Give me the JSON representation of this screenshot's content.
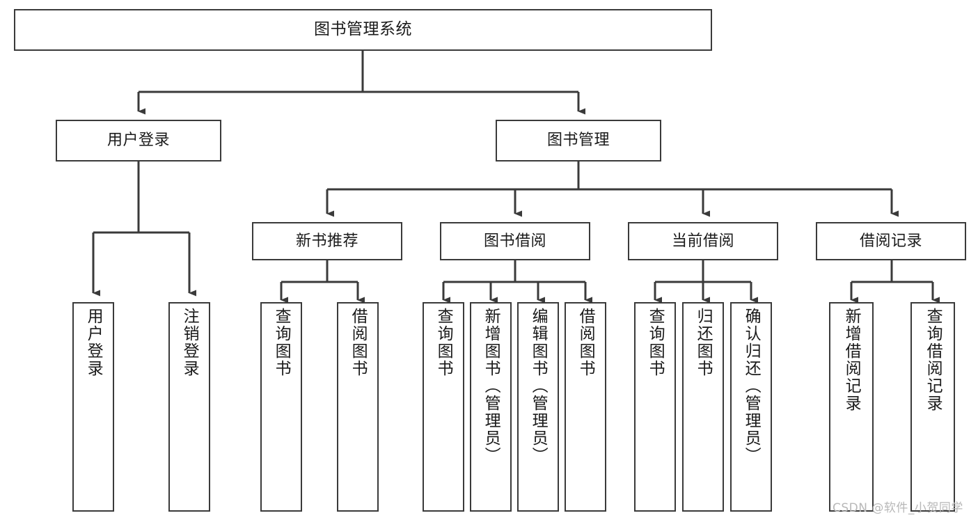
{
  "diagram": {
    "title": "图书管理系统",
    "type": "tree",
    "watermark": "CSDN @软件_小贺同学",
    "colors": {
      "stroke": "#3a3a3a",
      "fill": "#ffffff",
      "text": "#1a1a1a",
      "watermark": "#b8b8b8"
    },
    "nodes": {
      "root": {
        "label": "图书管理系统",
        "level": 0,
        "orientation": "horizontal"
      },
      "user_login": {
        "label": "用户登录",
        "level": 1,
        "orientation": "horizontal"
      },
      "book_manage": {
        "label": "图书管理",
        "level": 1,
        "orientation": "horizontal"
      },
      "new_book_rec": {
        "label": "新书推荐",
        "level": 2,
        "orientation": "horizontal"
      },
      "book_borrow": {
        "label": "图书借阅",
        "level": 2,
        "orientation": "horizontal"
      },
      "current_borrow": {
        "label": "当前借阅",
        "level": 2,
        "orientation": "horizontal"
      },
      "borrow_record": {
        "label": "借阅记录",
        "level": 2,
        "orientation": "horizontal"
      },
      "leaf_user_login": {
        "label": "用户登录",
        "level": 3,
        "orientation": "vertical"
      },
      "leaf_user_logout": {
        "label": "注销登录",
        "level": 3,
        "orientation": "vertical"
      },
      "leaf_rec_query": {
        "label": "查询图书",
        "level": 3,
        "orientation": "vertical"
      },
      "leaf_rec_borrow": {
        "label": "借阅图书",
        "level": 3,
        "orientation": "vertical"
      },
      "leaf_borrow_query": {
        "label": "查询图书",
        "level": 3,
        "orientation": "vertical"
      },
      "leaf_borrow_add": {
        "label": "新增图书（管理员）",
        "level": 3,
        "orientation": "vertical"
      },
      "leaf_borrow_edit": {
        "label": "编辑图书（管理员）",
        "level": 3,
        "orientation": "vertical"
      },
      "leaf_borrow_lend": {
        "label": "借阅图书",
        "level": 3,
        "orientation": "vertical"
      },
      "leaf_cur_query": {
        "label": "查询图书",
        "level": 3,
        "orientation": "vertical"
      },
      "leaf_cur_return": {
        "label": "归还图书",
        "level": 3,
        "orientation": "vertical"
      },
      "leaf_cur_confirm": {
        "label": "确认归还（管理员）",
        "level": 3,
        "orientation": "vertical"
      },
      "leaf_rec_add": {
        "label": "新增借阅记录",
        "level": 3,
        "orientation": "vertical"
      },
      "leaf_rec_search": {
        "label": "查询借阅记录",
        "level": 3,
        "orientation": "vertical"
      }
    },
    "edges": [
      {
        "from": "root",
        "to": "user_login"
      },
      {
        "from": "root",
        "to": "book_manage"
      },
      {
        "from": "user_login",
        "to": "leaf_user_login"
      },
      {
        "from": "user_login",
        "to": "leaf_user_logout"
      },
      {
        "from": "book_manage",
        "to": "new_book_rec"
      },
      {
        "from": "book_manage",
        "to": "book_borrow"
      },
      {
        "from": "book_manage",
        "to": "current_borrow"
      },
      {
        "from": "book_manage",
        "to": "borrow_record"
      },
      {
        "from": "new_book_rec",
        "to": "leaf_rec_query"
      },
      {
        "from": "new_book_rec",
        "to": "leaf_rec_borrow"
      },
      {
        "from": "book_borrow",
        "to": "leaf_borrow_query"
      },
      {
        "from": "book_borrow",
        "to": "leaf_borrow_add"
      },
      {
        "from": "book_borrow",
        "to": "leaf_borrow_edit"
      },
      {
        "from": "book_borrow",
        "to": "leaf_borrow_lend"
      },
      {
        "from": "current_borrow",
        "to": "leaf_cur_query"
      },
      {
        "from": "current_borrow",
        "to": "leaf_cur_return"
      },
      {
        "from": "current_borrow",
        "to": "leaf_cur_confirm"
      },
      {
        "from": "borrow_record",
        "to": "leaf_rec_add"
      },
      {
        "from": "borrow_record",
        "to": "leaf_rec_search"
      }
    ]
  }
}
